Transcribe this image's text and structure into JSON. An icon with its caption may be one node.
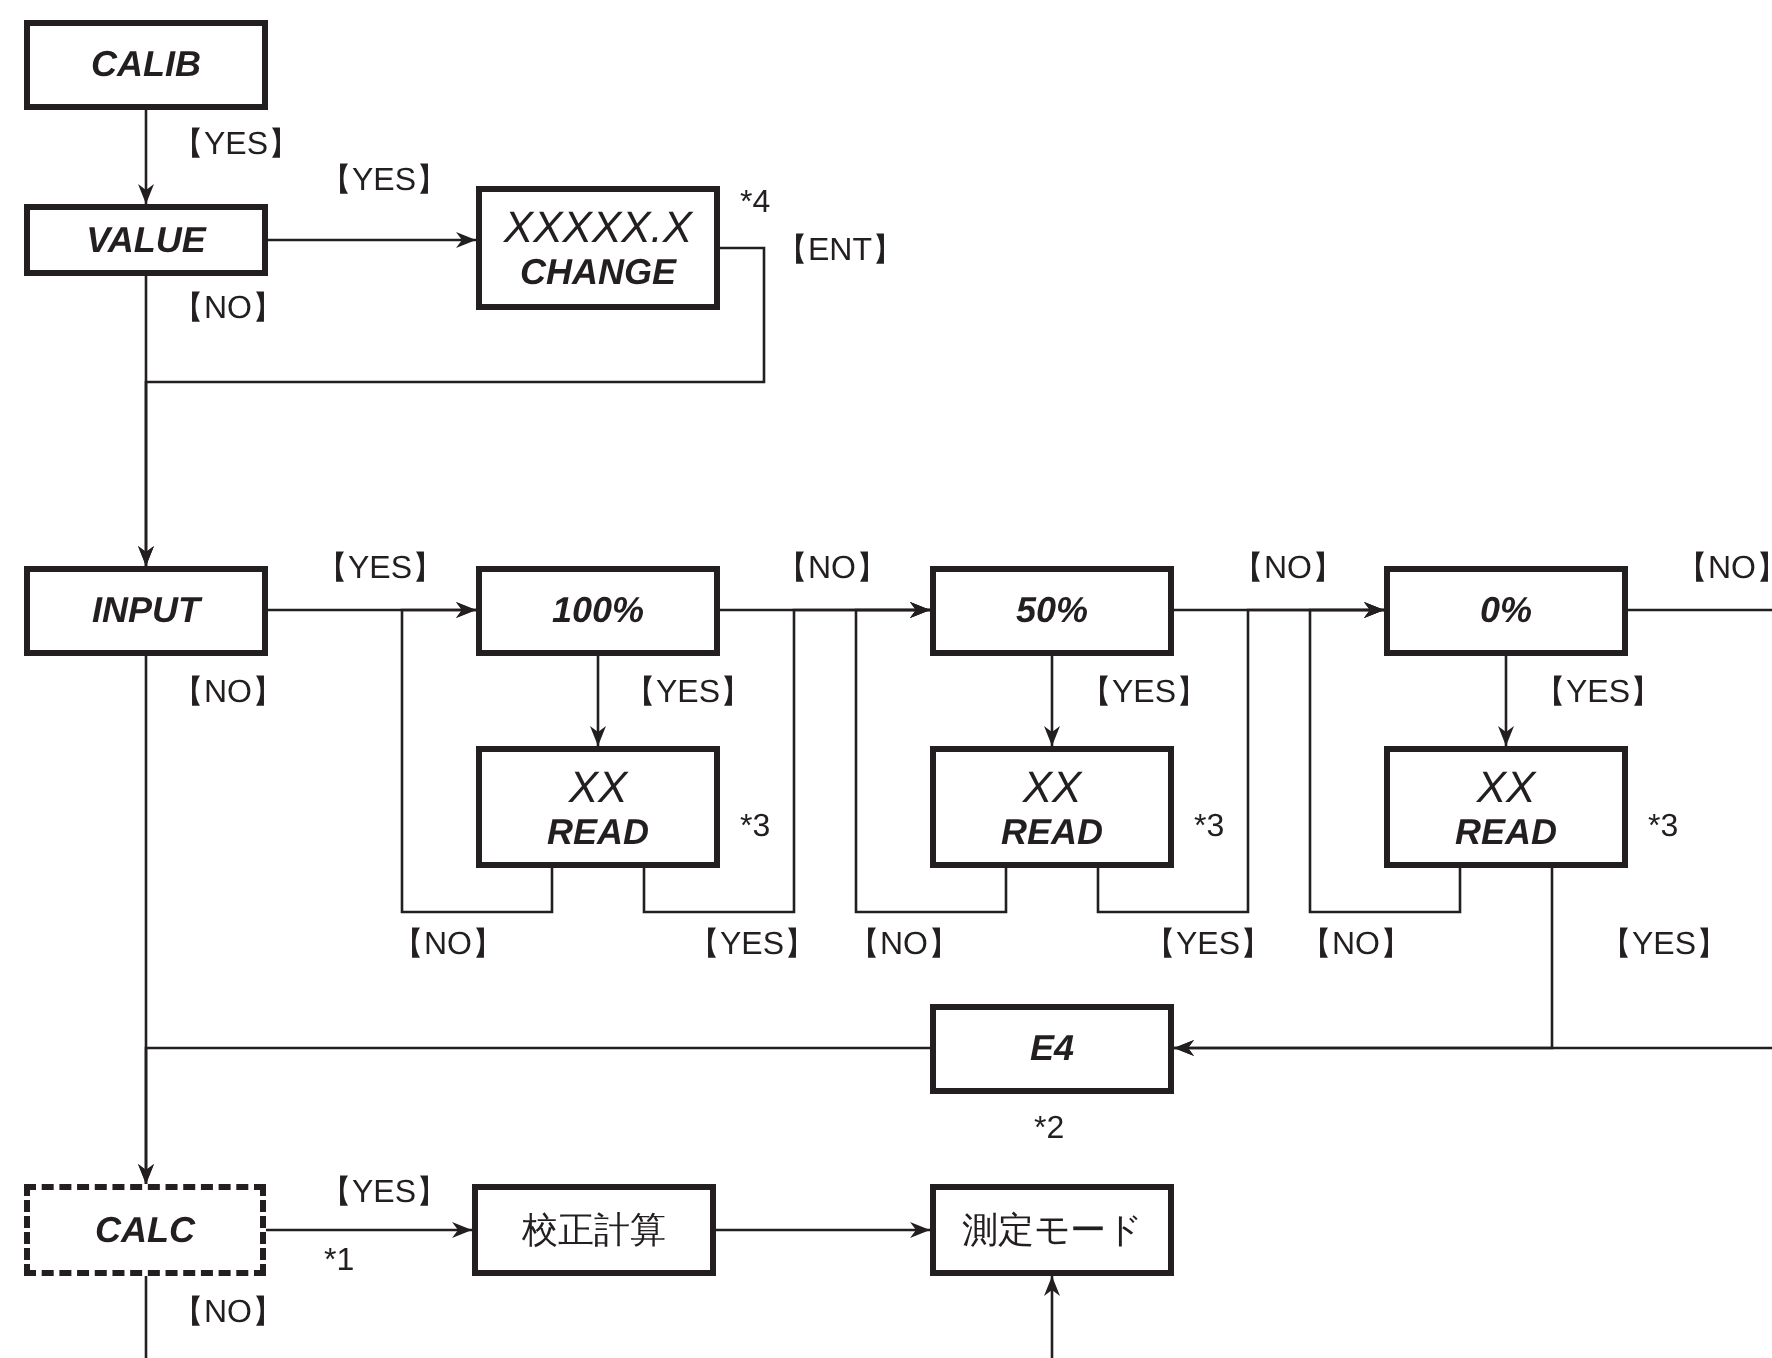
{
  "diagram": {
    "nodes": [
      {
        "text": [
          "CALIB"
        ]
      },
      {
        "text": [
          "VALUE"
        ]
      },
      {
        "text": [
          "XXXXX.X",
          "CHANGE"
        ],
        "beside": [
          "*4"
        ]
      },
      {
        "text": [
          "INPUT"
        ]
      },
      {
        "text": [
          "100%"
        ]
      },
      {
        "text": [
          "XX",
          "READ"
        ],
        "beside": [
          "*3"
        ]
      },
      {
        "text": [
          "50%"
        ]
      },
      {
        "text": [
          "XX",
          "READ"
        ],
        "beside": [
          "*3"
        ]
      },
      {
        "text": [
          "0%"
        ]
      },
      {
        "text": [
          "XX",
          "READ"
        ],
        "beside": [
          "*3"
        ]
      },
      {
        "text": [
          "E4"
        ],
        "beside": [
          "*2"
        ]
      },
      {
        "text": [
          "CALC"
        ]
      },
      {
        "text": [
          "校正計算"
        ]
      },
      {
        "text": [
          "測定モード"
        ]
      }
    ],
    "edges": [
      {
        "from": 0,
        "to": 1,
        "arrow": "to",
        "label": "【YES】"
      },
      {
        "from": 1,
        "to": 2,
        "arrow": "to",
        "label": "【YES】"
      },
      {
        "from": 1,
        "to": 3,
        "arrow": "to",
        "label": "【NO】"
      },
      {
        "from": 2,
        "to": 3,
        "arrow": "to",
        "label": "【ENT】"
      },
      {
        "from": 3,
        "to": 4,
        "arrow": "to",
        "label": "【YES】"
      },
      {
        "from": 4,
        "to": 5,
        "arrow": "to",
        "label": "【YES】"
      },
      {
        "from": 5,
        "to": 4,
        "arrow": "to",
        "label": "【NO】"
      },
      {
        "from": 4,
        "to": 6,
        "arrow": "to",
        "label": "【NO】"
      },
      {
        "from": 5,
        "to": 6,
        "arrow": "to",
        "label": "【YES】"
      },
      {
        "from": 7,
        "to": 6,
        "arrow": "to",
        "label": "【NO】"
      },
      {
        "from": 6,
        "to": 7,
        "arrow": "to",
        "label": "【YES】"
      },
      {
        "from": 6,
        "to": 8,
        "arrow": "to",
        "label": "【NO】"
      },
      {
        "from": 7,
        "to": 8,
        "arrow": "to",
        "label": "【YES】"
      },
      {
        "from": 9,
        "to": 8,
        "arrow": "to",
        "label": "【NO】"
      },
      {
        "from": 8,
        "to": 9,
        "arrow": "to",
        "label": "【YES】"
      },
      {
        "from": 8,
        "to": null,
        "arrow": "none",
        "label": "【NO】"
      },
      {
        "from": null,
        "to": 10,
        "arrow": "to"
      },
      {
        "from": 9,
        "to": 10,
        "arrow": "to",
        "label": "【YES】"
      },
      {
        "from": 10,
        "to": 11,
        "arrow": "to"
      },
      {
        "from": 3,
        "to": 11,
        "arrow": "to",
        "label": "【NO】"
      },
      {
        "from": 11,
        "to": 12,
        "arrow": "to",
        "label": "【YES】"
      },
      {
        "from": 12,
        "to": 13,
        "arrow": "to"
      },
      {
        "from": null,
        "to": 13,
        "arrow": "to"
      },
      {
        "from": 11,
        "to": null,
        "arrow": "none",
        "label": "【NO】"
      }
    ],
    "labels": [
      "*1"
    ]
  }
}
